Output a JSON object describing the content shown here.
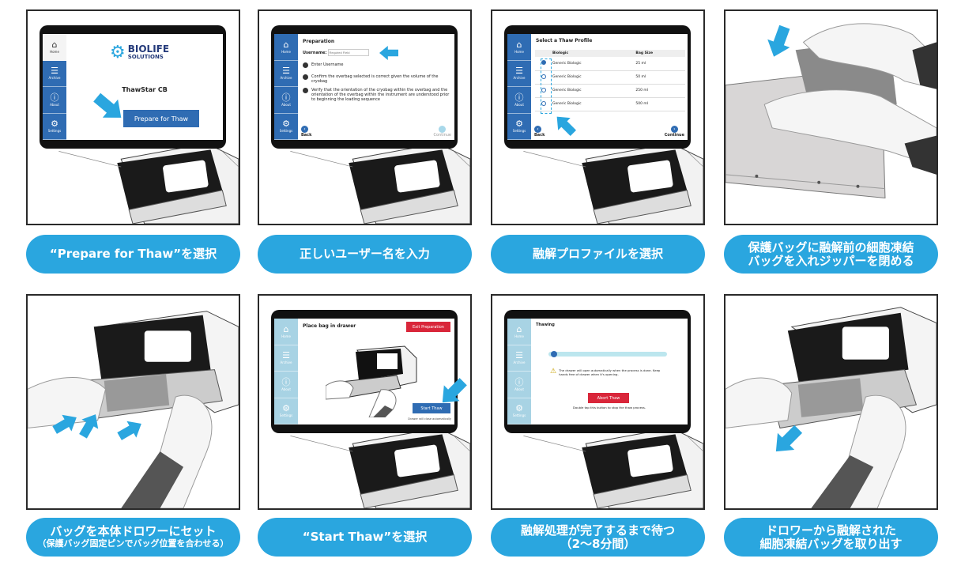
{
  "sidebar": {
    "items": [
      "Home",
      "Archive",
      "About",
      "Settings"
    ]
  },
  "steps": [
    {
      "caption": "“Prepare for Thaw”を選択",
      "screen": {
        "logo_line1": "BIOLIFE",
        "logo_line2": "SOLUTIONS",
        "product": "ThawStar CB",
        "button": "Prepare for Thaw"
      }
    },
    {
      "caption": "正しいユーザー名を入力",
      "screen": {
        "title": "Preparation",
        "username_label": "Username:",
        "username_placeholder": "Required Field",
        "instructions": [
          "Enter Username",
          "Confirm the overbag selected is correct given the volume of the cryobag",
          "Verify that the orientation of the cryobag within the overbag and the orientation of the overbag within the instrument are understood prior to beginning the loading sequence"
        ],
        "back": "Back",
        "continue": "Continue"
      }
    },
    {
      "caption": "融解プロファイルを選択",
      "screen": {
        "title": "Select a Thaw Profile",
        "columns": [
          "Biologic",
          "Bag Size"
        ],
        "rows": [
          {
            "biologic": "Generic Biologic",
            "size": "25 ml",
            "selected": true
          },
          {
            "biologic": "Generic Biologic",
            "size": "50 ml",
            "selected": false
          },
          {
            "biologic": "Generic Biologic",
            "size": "250 ml",
            "selected": false
          },
          {
            "biologic": "Generic Biologic",
            "size": "500 ml",
            "selected": false
          }
        ],
        "back": "Back",
        "continue": "Continue"
      }
    },
    {
      "caption_line1": "保護バッグに融解前の細胞凍結",
      "caption_line2": "バッグを入れジッパーを閉める"
    },
    {
      "caption_line1": "バッグを本体ドロワーにセット",
      "caption_line2": "（保護バッグ固定ピンでバッグ位置を合わせる）"
    },
    {
      "caption": "“Start Thaw”を選択",
      "screen": {
        "title": "Place bag in drawer",
        "exit": "Exit Preparation",
        "start": "Start Thaw",
        "note": "Drawer will close automatically"
      }
    },
    {
      "caption_line1": "融解処理が完了するまで待つ",
      "caption_line2": "（2～8分間）",
      "screen": {
        "title": "Thawing",
        "progress_percent": 2,
        "warning": "The drawer will open automatically when the process is done. Keep hands free of drawer when it's opening.",
        "abort": "Abort Thaw",
        "hint": "Double tap this button to stop the thaw process."
      }
    },
    {
      "caption_line1": "ドロワーから融解された",
      "caption_line2": "細胞凍結バッグを取り出す"
    }
  ],
  "colors": {
    "accent": "#2AA6DF",
    "sidebar": "#2F6CB3",
    "sidebar_light": "#A8D3E4",
    "danger": "#D9263A"
  }
}
